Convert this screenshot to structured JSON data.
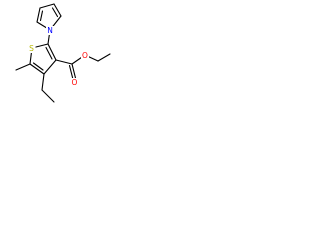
{
  "molecule": {
    "atoms": {
      "pyrrole_nitrogen": {
        "symbol": "N",
        "color": "#0000ff"
      },
      "thiophene_sulfur": {
        "symbol": "S",
        "color": "#b8b800"
      },
      "ester_oxygen_carbonyl": {
        "symbol": "O",
        "color": "#ff0000"
      },
      "ester_oxygen_ether": {
        "symbol": "O",
        "color": "#ff0000"
      }
    },
    "bond_color": "#000000",
    "background": "#ffffff"
  }
}
